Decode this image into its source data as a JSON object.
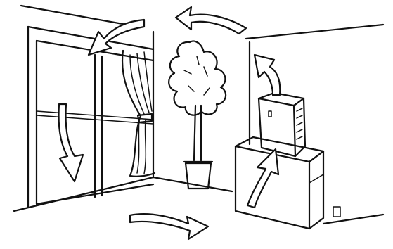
{
  "scene": {
    "description_icons": [
      "room-scene",
      "window",
      "curtain",
      "potted-tree",
      "air-purifier",
      "cabinet",
      "wall-outlet",
      "airflow-arrows"
    ]
  },
  "colors": {
    "line": "#111111",
    "background": "#ffffff"
  }
}
